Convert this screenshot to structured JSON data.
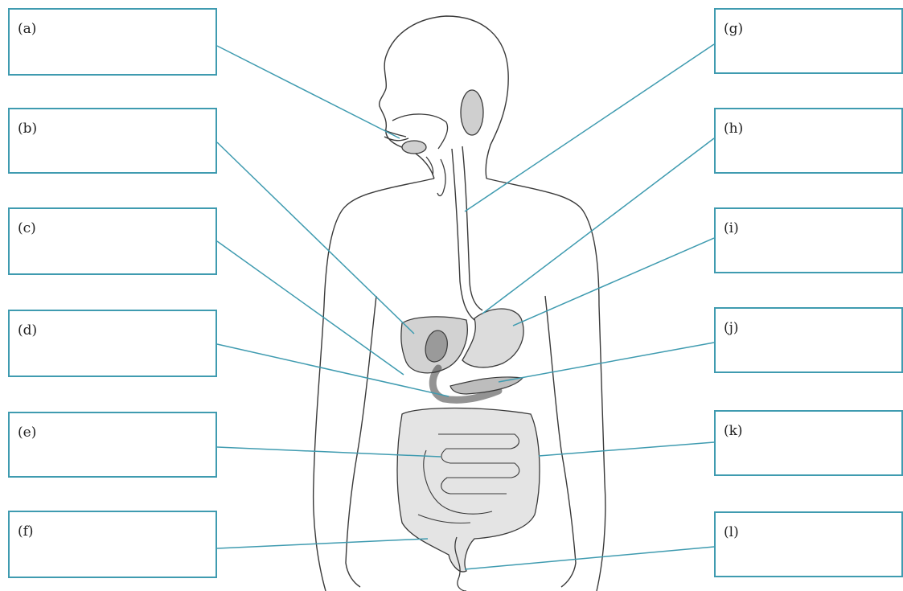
{
  "labels": {
    "a": "(a)",
    "b": "(b)",
    "c": "(c)",
    "d": "(d)",
    "e": "(e)",
    "f": "(f)",
    "g": "(g)",
    "h": "(h)",
    "i": "(i)",
    "j": "(j)",
    "k": "(k)",
    "l": "(l)"
  },
  "colors": {
    "leader": "#3f9bb0",
    "box_border": "#3f9bb0",
    "outline": "#3a3a3a",
    "organ_fill": "#d9d9d9",
    "organ_dark": "#a9a9a9",
    "intestine_fill": "#e6e6e6"
  }
}
